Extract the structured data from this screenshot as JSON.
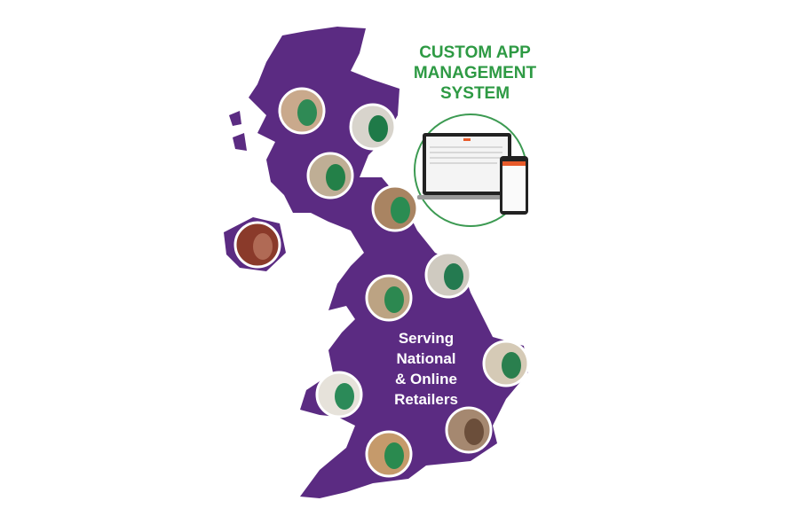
{
  "title": {
    "line1": "CUSTOM APP",
    "line2": "MANAGEMENT",
    "line3": "SYSTEM"
  },
  "tagline": {
    "line1": "Serving",
    "line2": "National",
    "line3": "& Online",
    "line4": "Retailers"
  },
  "colors": {
    "map": "#5b2b82",
    "title": "#2e9a44",
    "ring": "#ffffff",
    "app_ring": "#3c9a52"
  },
  "photos": [
    "installer-photo",
    "installer-photo",
    "installer-photo",
    "installer-photo",
    "installer-photo",
    "installer-photo",
    "installer-photo",
    "installer-photo",
    "installer-photo",
    "installer-photo",
    "installer-photo"
  ]
}
